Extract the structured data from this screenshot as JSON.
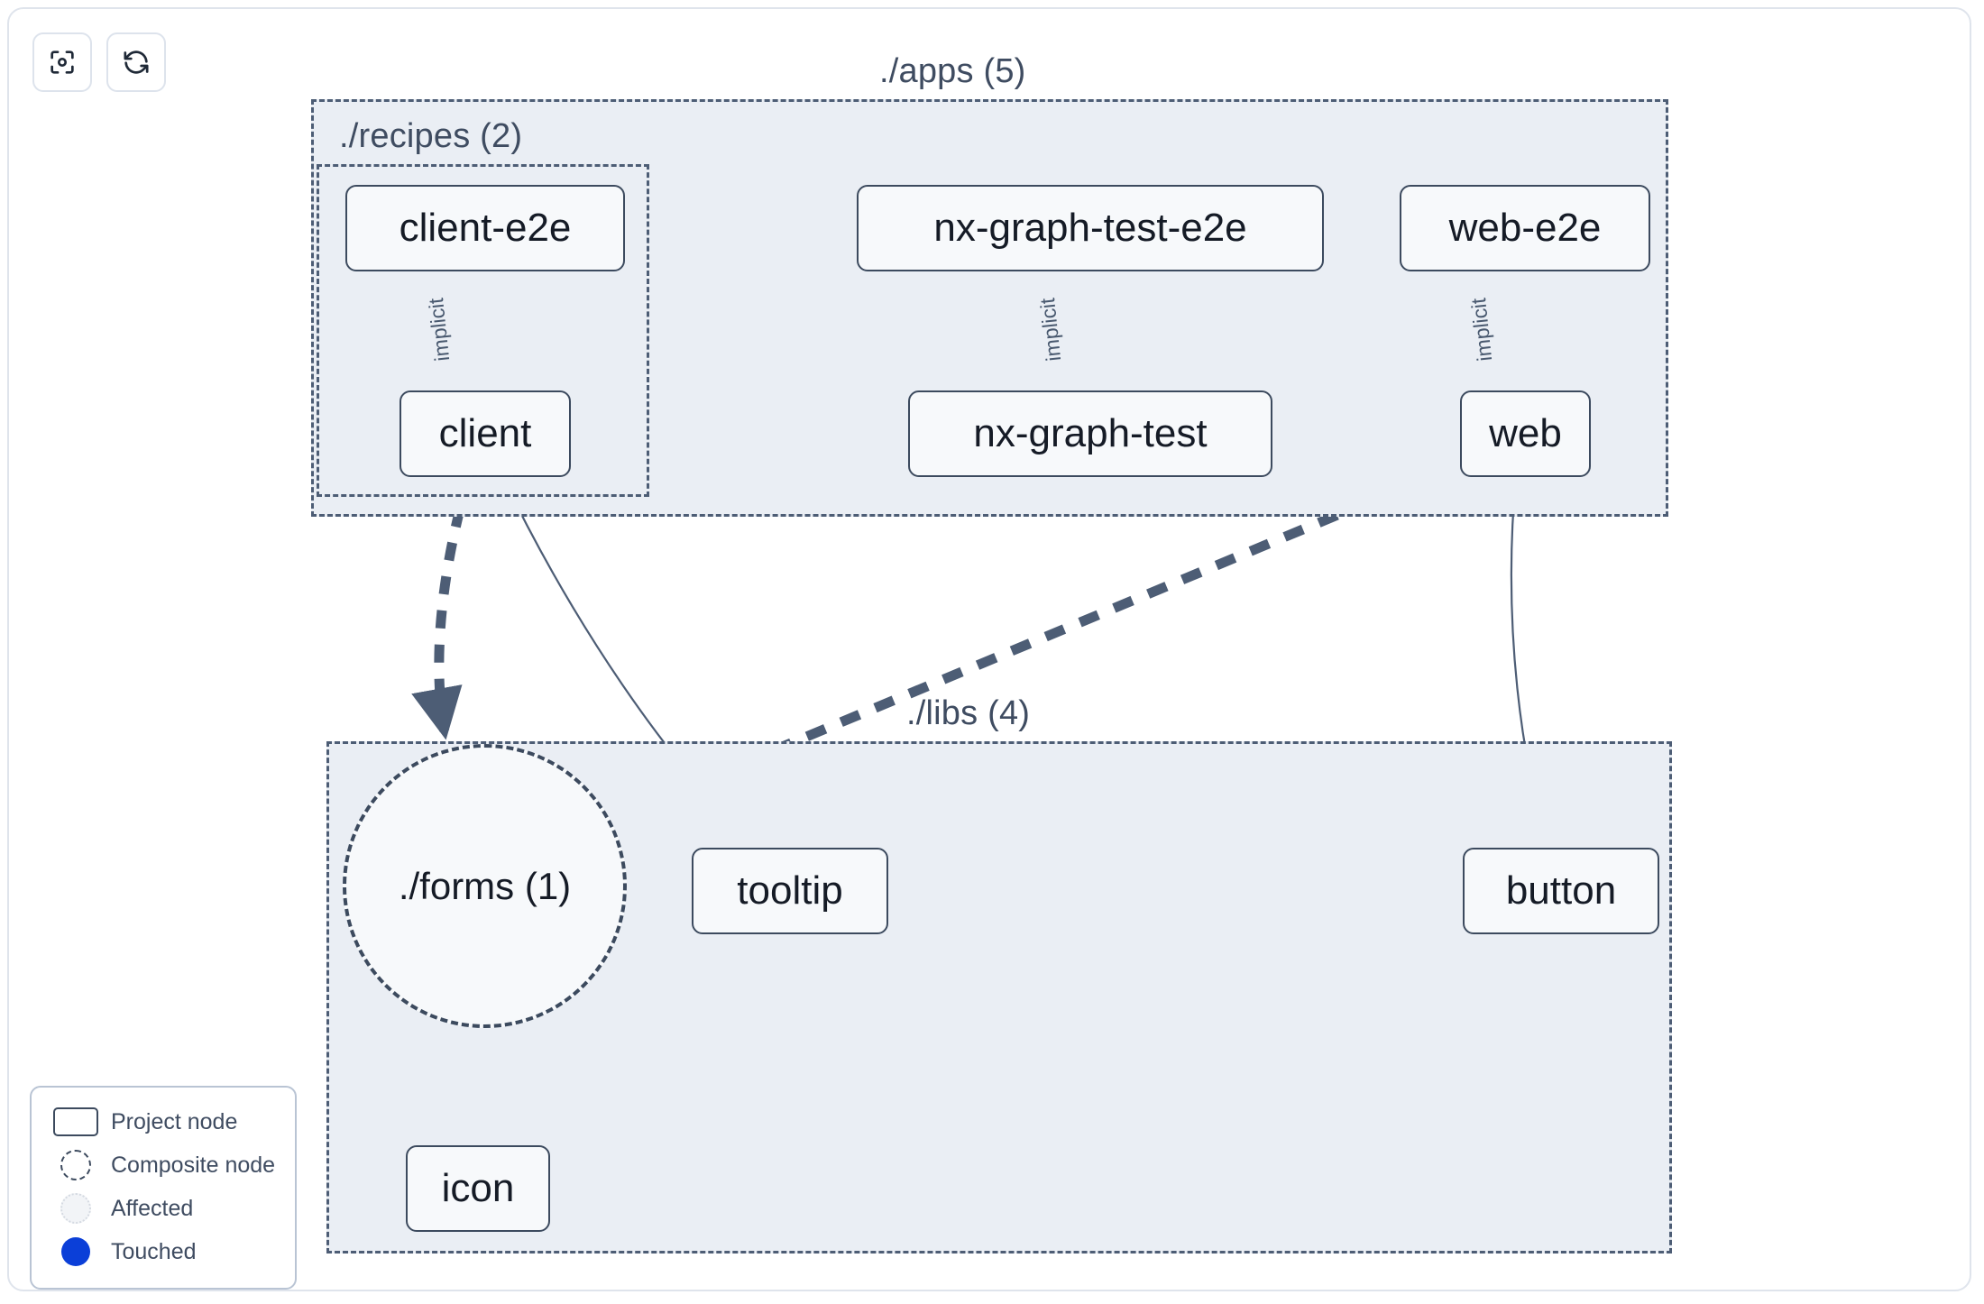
{
  "toolbar": {
    "buttons": [
      {
        "name": "focus-graph-button",
        "icon": "focus-scan-icon",
        "label": ""
      },
      {
        "name": "refresh-graph-button",
        "icon": "refresh-icon",
        "label": ""
      }
    ]
  },
  "graph": {
    "groups": [
      {
        "id": "apps",
        "label": "./apps (5)",
        "count": 5
      },
      {
        "id": "recipes",
        "label": "./recipes (2)",
        "count": 2
      },
      {
        "id": "libs",
        "label": "./libs (4)",
        "count": 4
      }
    ],
    "nodes": [
      {
        "id": "client-e2e",
        "label": "client-e2e",
        "type": "project",
        "group": "recipes"
      },
      {
        "id": "client",
        "label": "client",
        "type": "project",
        "group": "recipes"
      },
      {
        "id": "nx-graph-test-e2e",
        "label": "nx-graph-test-e2e",
        "type": "project",
        "group": "apps"
      },
      {
        "id": "nx-graph-test",
        "label": "nx-graph-test",
        "type": "project",
        "group": "apps"
      },
      {
        "id": "web-e2e",
        "label": "web-e2e",
        "type": "project",
        "group": "apps"
      },
      {
        "id": "web",
        "label": "web",
        "type": "project",
        "group": "apps"
      },
      {
        "id": "forms",
        "label": "./forms (1)",
        "type": "composite",
        "group": "libs"
      },
      {
        "id": "tooltip",
        "label": "tooltip",
        "type": "project",
        "group": "libs"
      },
      {
        "id": "button",
        "label": "button",
        "type": "project",
        "group": "libs"
      },
      {
        "id": "icon",
        "label": "icon",
        "type": "project",
        "group": "libs"
      }
    ],
    "edges": [
      {
        "source": "client-e2e",
        "target": "client",
        "label": "implicit",
        "style": "solid"
      },
      {
        "source": "nx-graph-test-e2e",
        "target": "nx-graph-test",
        "label": "implicit",
        "style": "solid"
      },
      {
        "source": "web-e2e",
        "target": "web",
        "label": "implicit",
        "style": "solid"
      },
      {
        "source": "client",
        "target": "forms",
        "label": "",
        "style": "dashed"
      },
      {
        "source": "client",
        "target": "tooltip",
        "label": "",
        "style": "solid"
      },
      {
        "source": "web",
        "target": "forms",
        "label": "",
        "style": "dashed"
      },
      {
        "source": "web",
        "target": "button",
        "label": "",
        "style": "solid"
      },
      {
        "source": "forms",
        "target": "icon",
        "label": "",
        "style": "dashed"
      }
    ]
  },
  "legend": {
    "title": "",
    "items": [
      {
        "swatch": "project-node-swatch",
        "label": "Project node"
      },
      {
        "swatch": "composite-node-swatch",
        "label": "Composite node"
      },
      {
        "swatch": "affected-swatch",
        "label": "Affected"
      },
      {
        "swatch": "touched-swatch",
        "label": "Touched"
      }
    ]
  },
  "colors": {
    "node_border": "#3c4a5e",
    "node_fill": "#f7f9fb",
    "group_fill": "#eaeef4",
    "group_border": "#4d5d75",
    "edge": "#4d5d75",
    "touched": "#0b3fd8",
    "text": "#151b26"
  }
}
